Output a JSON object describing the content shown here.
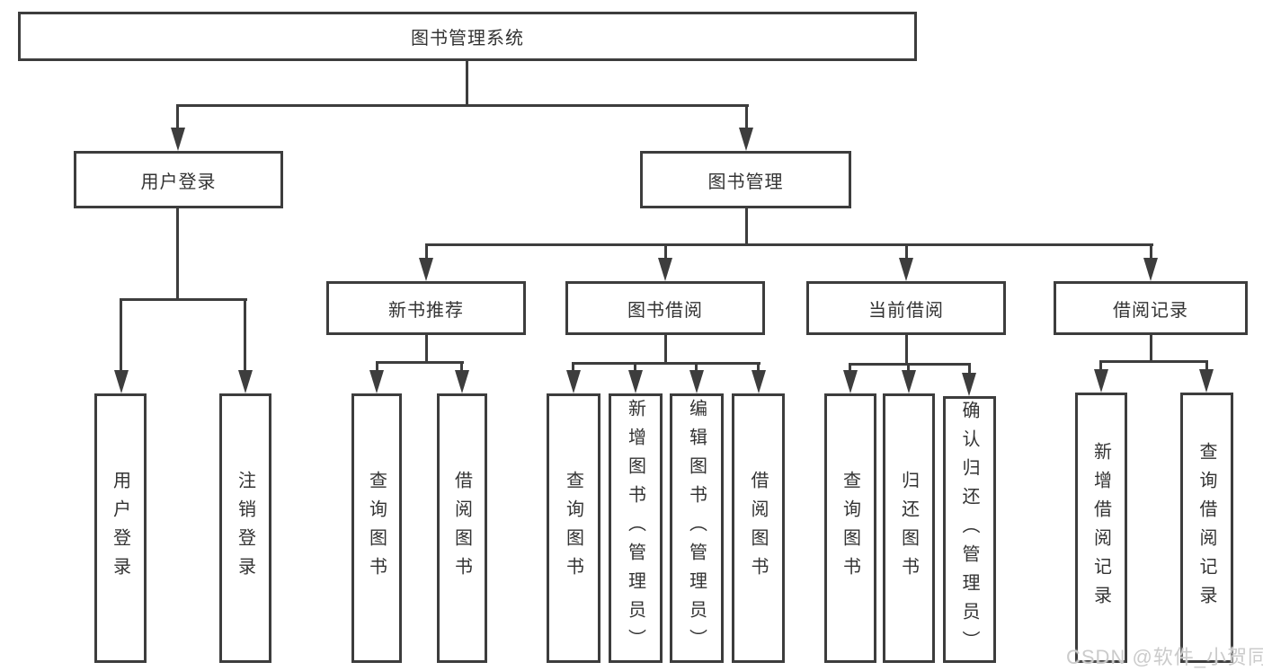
{
  "diagram": {
    "title": "图书管理系统",
    "level2": [
      {
        "label": "用户登录"
      },
      {
        "label": "图书管理"
      }
    ],
    "level3": [
      {
        "label": "新书推荐"
      },
      {
        "label": "图书借阅"
      },
      {
        "label": "当前借阅"
      },
      {
        "label": "借阅记录"
      }
    ],
    "leaves": {
      "user_login": [
        "用户登录",
        "注销登录"
      ],
      "new_book_recommend": [
        "查询图书",
        "借阅图书"
      ],
      "book_borrow": [
        "查询图书",
        "新增图书（管理员）",
        "编辑图书（管理员）",
        "借阅图书"
      ],
      "current_borrow": [
        "查询图书",
        "归还图书",
        "确认归还（管理员）"
      ],
      "borrow_records": [
        "新增借阅记录",
        "查询借阅记录"
      ]
    }
  },
  "watermark": "CSDN @软件_小贺同学",
  "colors": {
    "line": "#3d3d3d",
    "text": "#333333",
    "wm": "#cbcbcb",
    "bg": "#ffffff"
  }
}
